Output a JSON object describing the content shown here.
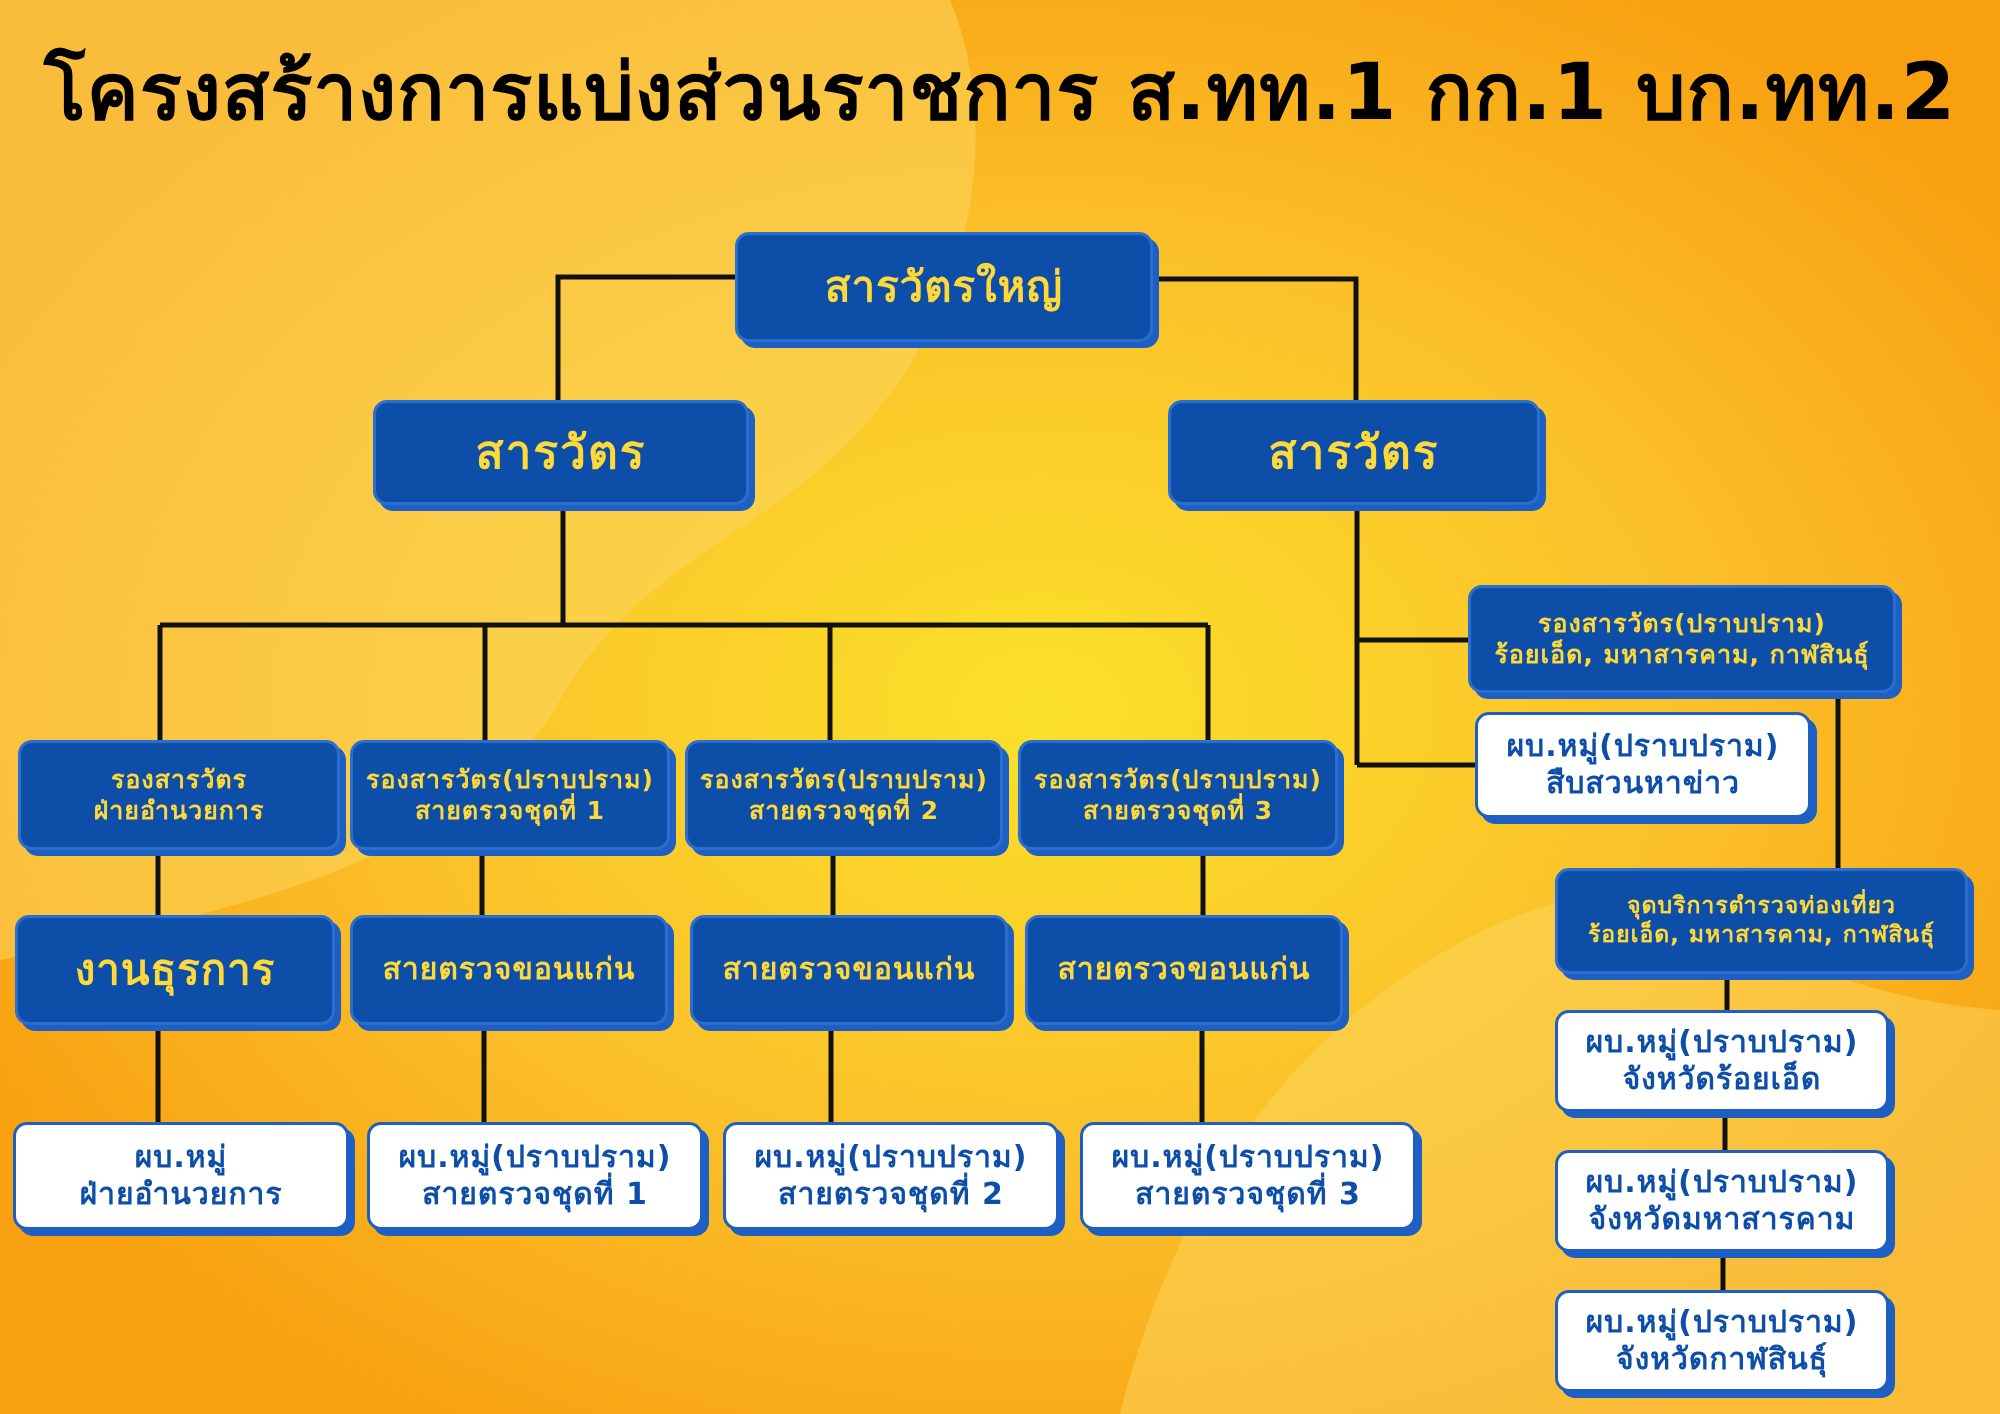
{
  "title": "โครงสร้างการแบ่งส่วนราชการ ส.ทท.1 กก.1 บก.ทท.2",
  "colors": {
    "box_blue": "#0d4fa8",
    "box_text_yellow": "#ffd93a",
    "box_white": "#ffffff",
    "accent_blue": "#1d5fc2",
    "bg_orange": "#f8a010",
    "bg_yellow": "#fbe12a"
  },
  "top": {
    "label": "สารวัตรใหญ่"
  },
  "left_branch": {
    "head": "สารวัตร",
    "admin_deputy": [
      "รองสารวัตร",
      "ฝ่ายอำนวยการ"
    ],
    "admin_unit": "งานธุรการ",
    "admin_leader": [
      "ผบ.หมู่",
      "ฝ่ายอำนวยการ"
    ],
    "deputies": [
      [
        "รองสารวัตร(ปราบปราม)",
        "สายตรวจชุดที่ 1"
      ],
      [
        "รองสารวัตร(ปราบปราม)",
        "สายตรวจชุดที่ 2"
      ],
      [
        "รองสารวัตร(ปราบปราม)",
        "สายตรวจชุดที่ 3"
      ]
    ],
    "patrol_units": [
      "สายตรวจขอนแก่น",
      "สายตรวจขอนแก่น",
      "สายตรวจขอนแก่น"
    ],
    "patrol_leaders": [
      [
        "ผบ.หมู่(ปราบปราม)",
        "สายตรวจชุดที่ 1"
      ],
      [
        "ผบ.หมู่(ปราบปราม)",
        "สายตรวจชุดที่ 2"
      ],
      [
        "ผบ.หมู่(ปราบปราม)",
        "สายตรวจชุดที่ 3"
      ]
    ]
  },
  "right_branch": {
    "head": "สารวัตร",
    "deputy": [
      "รองสารวัตร(ปราบปราม)",
      "ร้อยเอ็ด, มหาสารคาม, กาฬสินธุ์"
    ],
    "intel_leader": [
      "ผบ.หมู่(ปราบปราม)",
      "สืบสวนหาข่าว"
    ],
    "tourist_point": [
      "จุดบริการตำรวจท่องเที่ยว",
      "ร้อยเอ็ด, มหาสารคาม, กาฬสินธุ์"
    ],
    "province_leaders": [
      [
        "ผบ.หมู่(ปราบปราม)",
        "จังหวัดร้อยเอ็ด"
      ],
      [
        "ผบ.หมู่(ปราบปราม)",
        "จังหวัดมหาสารคาม"
      ],
      [
        "ผบ.หมู่(ปราบปราม)",
        "จังหวัดกาฬสินธุ์"
      ]
    ]
  }
}
